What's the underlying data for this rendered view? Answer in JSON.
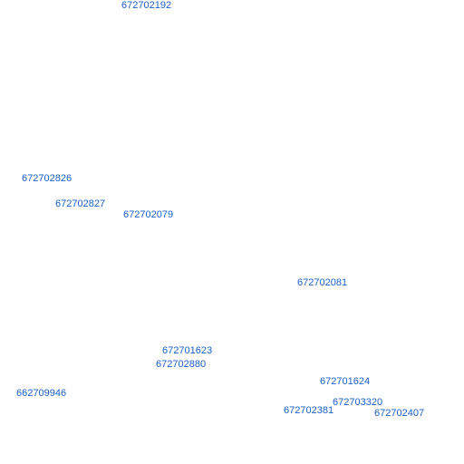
{
  "map": {
    "label_color": "#1a5fc8",
    "labels": [
      "672702192",
      "672702826",
      "672702827",
      "672702079",
      "672702081",
      "672701623",
      "672702880",
      "662709946",
      "672701624",
      "672703320",
      "672702381",
      "672702407"
    ]
  }
}
